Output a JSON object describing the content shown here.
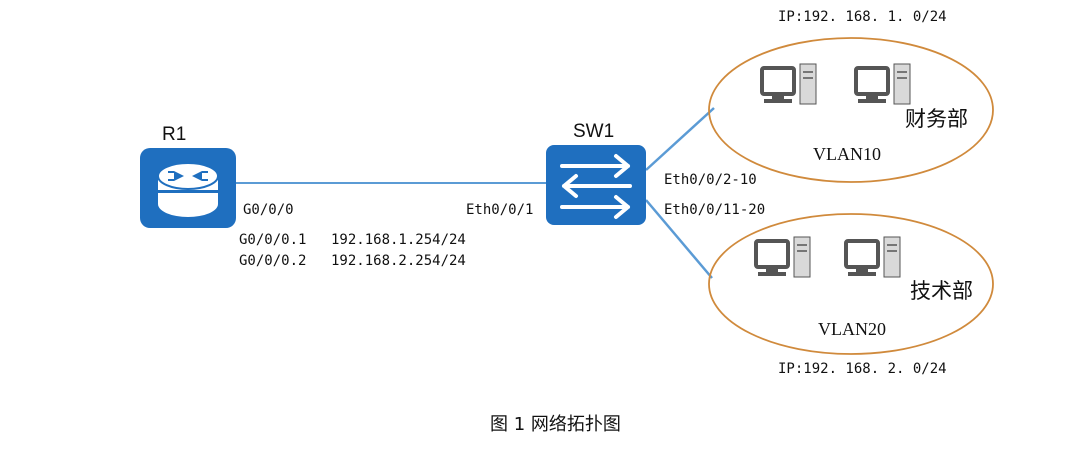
{
  "diagram": {
    "router": {
      "name": "R1",
      "port": "G0/0/0",
      "subif1": "G0/0/0.1",
      "subif1_ip": "192.168.1.254/24",
      "subif2": "G0/0/0.2",
      "subif2_ip": "192.168.2.254/24"
    },
    "switch": {
      "name": "SW1",
      "uplink_port": "Eth0/0/1",
      "port_group_a": "Eth0/0/2-10",
      "port_group_b": "Eth0/0/11-20"
    },
    "vlan10": {
      "ip": "IP:192. 168. 1. 0/24",
      "department": "财务部",
      "vlan": "VLAN10"
    },
    "vlan20": {
      "ip": "IP:192. 168. 2. 0/24",
      "department": "技术部",
      "vlan": "VLAN20"
    },
    "caption": "图 1  网络拓扑图",
    "colors": {
      "link": "#5b9bd5",
      "device_fill": "#1f6fbf",
      "ellipse": "#d08a3c",
      "pc": "#555555"
    }
  }
}
